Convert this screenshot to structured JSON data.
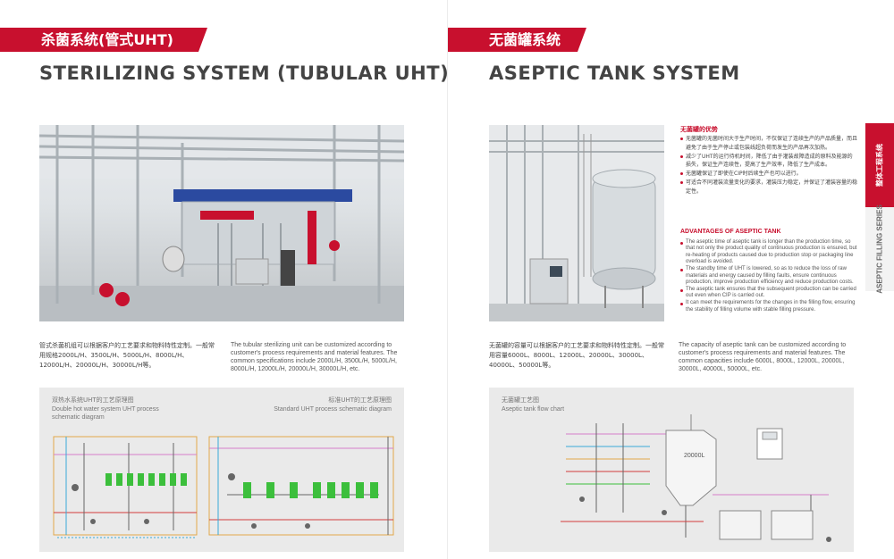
{
  "left_page": {
    "tag_zh": "杀菌系统(管式UHT)",
    "title_en": "STERILIZING SYSTEM (TUBULAR UHT)",
    "desc_zh": "管式杀菌机组可以根据客户的工艺要求和物料特性定制。一般常用规格2000L/H、3500L/H、5000L/H、8000L/H、12000L/H、20000L/H、30000L/H等。",
    "desc_en": "The tubular sterilizing unit can be customized according to customer's process requirements and material features. The common specifications include 2000L/H, 3500L/H, 5000L/H, 8000L/H, 12000L/H, 20000L/H, 30000L/H, etc.",
    "diagram1_zh": "双热水系统UHT的工艺原理图",
    "diagram1_en": "Double hot water system UHT process schematic diagram",
    "diagram2_zh": "标准UHT的工艺原理图",
    "diagram2_en": "Standard UHT process schematic diagram"
  },
  "right_page": {
    "tag_zh": "无菌罐系统",
    "title_en": "ASEPTIC TANK SYSTEM",
    "advantages_zh_title": "无菌罐的优势",
    "advantages_zh": [
      "无菌罐的无菌时间大于生产时间，不仅保证了连续生产的产品质量，而且避免了由于生产停止或包装线超负荷而发生的产品再次加热。",
      "减少了UHT的运行待机时间，降低了由于灌装故障造成的原料及能源的损失，保证生产连续性，提高了生产效率，降低了生产成本。",
      "无菌罐保证了即使在CIP时后续生产也可以进行。",
      "可适合不同灌装流量变化的要求，灌装压力稳定，并保证了灌装容量的稳定性。"
    ],
    "advantages_en_title": "ADVANTAGES OF ASEPTIC TANK",
    "advantages_en": [
      "The aseptic time of aseptic tank is longer than the production time, so that not only the product quality of continuous production is ensured, but re-heating of products caused due to production stop or packaging line overload is avoided.",
      "The standby time of UHT is lowered, so as to reduce the loss of raw materials and energy caused by filling faults, ensure continuous production, improve production efficiency and reduce production costs.",
      "The aseptic tank ensures that the subsequent production can be carried out even when CIP is carried out.",
      "It can meet the requirements for the changes in the filling flow, ensuring the stability of filling volume with stable filling pressure."
    ],
    "desc_zh": "无菌罐的容量可以根据客户的工艺要求和物料特性定制。一般常用容量6000L、8000L、12000L、20000L、30000L、40000L、50000L等。",
    "desc_en": "The capacity of aseptic tank can be customized according to customer's process requirements and material features. The common capacities include 6000L, 8000L, 12000L, 20000L, 30000L, 40000L, 50000L, etc.",
    "diagram_zh": "无菌罐工艺图",
    "diagram_en": "Aseptic tank flow chart",
    "tank_label": "20000L",
    "side_tab_active": "整体工程系统",
    "side_tab_inactive": "ASEPTIC FILLING SERIES"
  },
  "colors": {
    "brand_red": "#c8102e",
    "diagram_bg": "#eaeaea",
    "title_grey": "#444444"
  },
  "icons": [
    "uht-equipment-photo",
    "aseptic-tank-photo",
    "uht-schematic-diagram",
    "aseptic-tank-schematic"
  ]
}
